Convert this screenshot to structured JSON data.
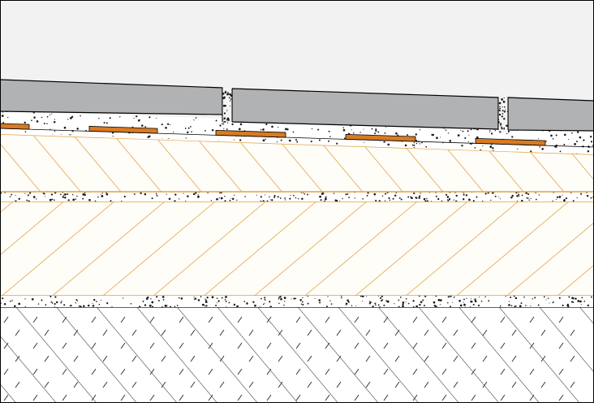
{
  "diagram": {
    "layers_top_to_bottom": [
      "open-space",
      "tiles-with-grout-joints",
      "tile-adhesive-bed",
      "membrane-strips",
      "upper-insulation-board",
      "mortar-layer",
      "lower-insulation-board",
      "mortar-layer",
      "concrete-substrate"
    ],
    "tile_count_visible": 3,
    "grout_joint_count": 2,
    "membrane_segment_count": 5
  },
  "colors": {
    "background": "#f2f2f2",
    "tile": "#b1b2b4",
    "grout": "#f4f4f4",
    "membrane": "#d97a22",
    "insulation_hatch": "#e0a24a",
    "insulation_bg": "#fffdf8",
    "speckle": "#1a1a1a",
    "outline": "#000000",
    "concrete_hatch": "#333333"
  }
}
